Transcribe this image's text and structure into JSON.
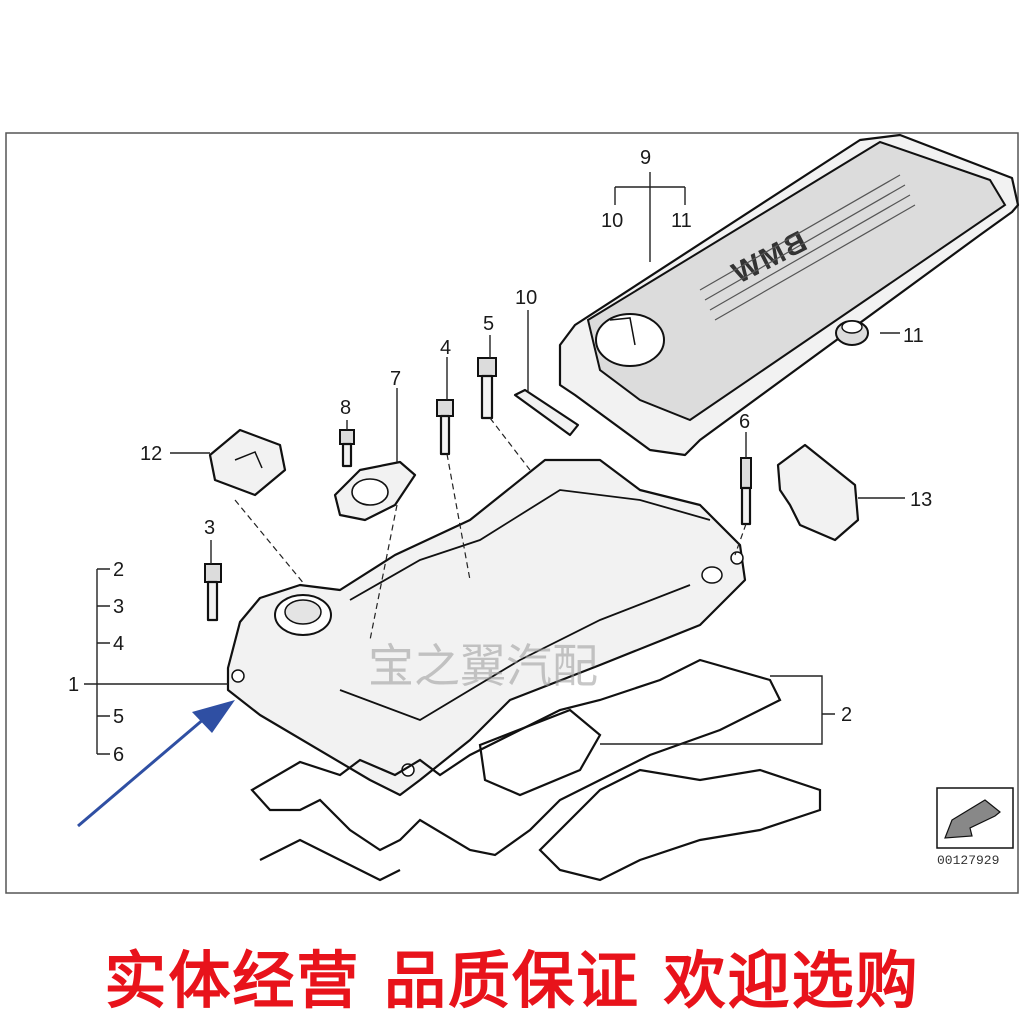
{
  "diagram": {
    "callouts": {
      "c1": "1",
      "c2_top": "2",
      "c3_left": "3",
      "c4_left": "4",
      "c5_left": "5",
      "c6_left": "6",
      "c2_right": "2",
      "c3": "3",
      "c4": "4",
      "c5": "5",
      "c6": "6",
      "c7": "7",
      "c8": "8",
      "c9": "9",
      "c10_top": "10",
      "c11_top": "11",
      "c10": "10",
      "c11": "11",
      "c12": "12",
      "c13": "13"
    },
    "brand_emblem": "BMW",
    "diagram_id": "00127929",
    "watermark": "宝之翼汽配"
  },
  "footer": {
    "slogan": "实体经营  品质保证  欢迎选购"
  },
  "colors": {
    "slogan": "#e8131b",
    "arrow": "#2f4fa3",
    "line_art": "#111111"
  }
}
